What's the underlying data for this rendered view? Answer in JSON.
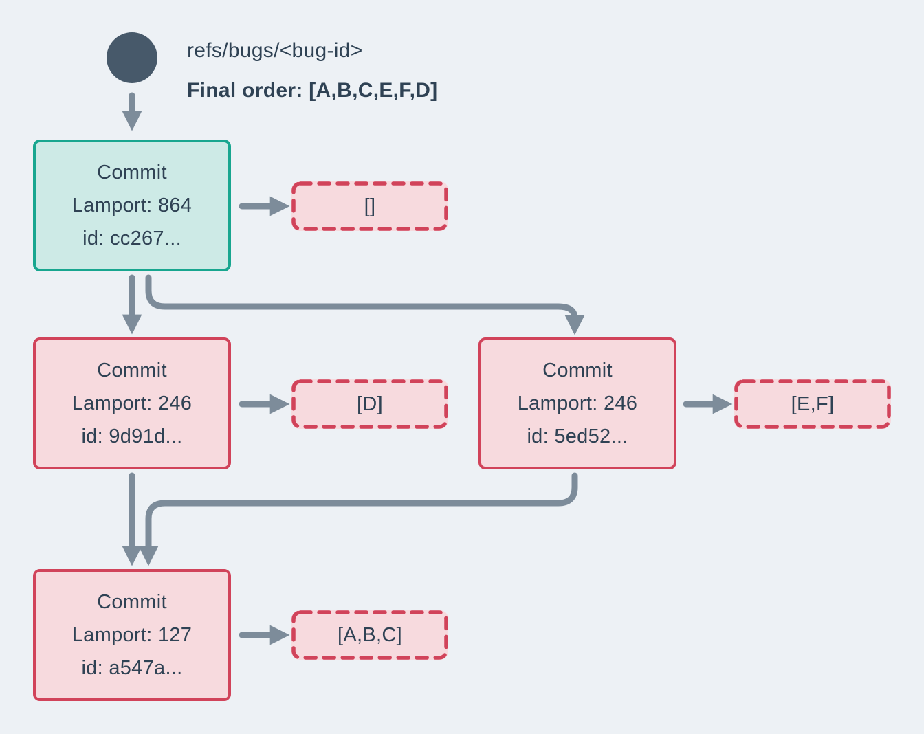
{
  "labels": {
    "ref": "refs/bugs/<bug-id>",
    "final_order": "Final order: [A,B,C,E,F,D]"
  },
  "nodes": {
    "root": {
      "title": "Commit",
      "lamport": "Lamport: 864",
      "id_line": "id: cc267...",
      "ops": "[]"
    },
    "left": {
      "title": "Commit",
      "lamport": "Lamport: 246",
      "id_line": "id: 9d91d...",
      "ops": "[D]"
    },
    "right": {
      "title": "Commit",
      "lamport": "Lamport: 246",
      "id_line": "id: 5ed52...",
      "ops": "[E,F]"
    },
    "bottom": {
      "title": "Commit",
      "lamport": "Lamport: 127",
      "id_line": "id: a547a...",
      "ops": "[A,B,C]"
    }
  },
  "colors": {
    "background": "#edf1f5",
    "text": "#2f4254",
    "ref_circle": "#47596a",
    "arrow": "#7d8c9a",
    "teal_border": "#18a68f",
    "teal_fill": "#cdeae6",
    "red_border": "#d1435a",
    "pink_fill": "#f7dade"
  }
}
